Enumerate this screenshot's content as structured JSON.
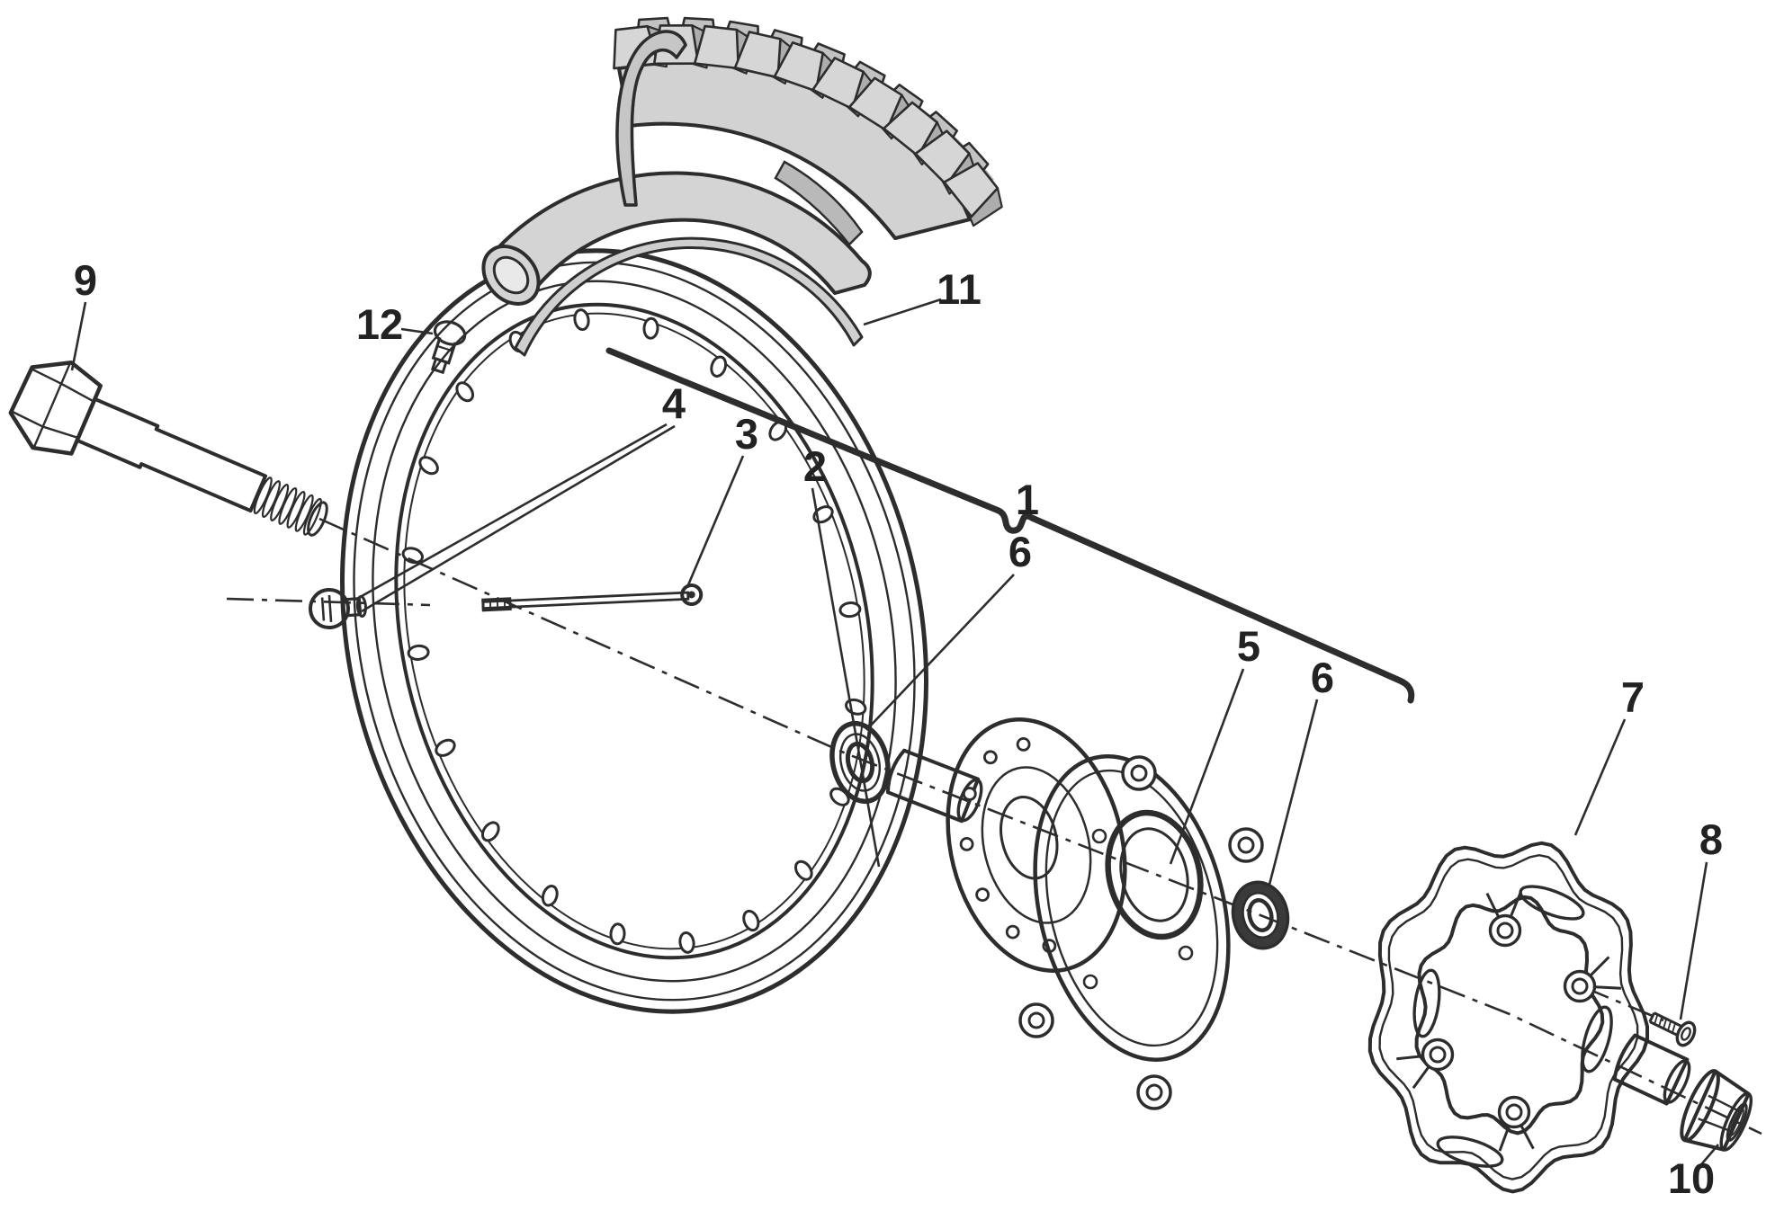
{
  "diagram": {
    "background": "#ffffff",
    "line_color": "#2d2d2d",
    "part_fill_light": "#d4d4d4",
    "part_fill_mid": "#c6c6c6",
    "part_fill_dark": "#b5b5b5",
    "label_color": "#222222",
    "callouts": {
      "c1": "1",
      "c2": "2",
      "c3": "3",
      "c4": "4",
      "c5": "5",
      "c6_left": "6",
      "c6_right": "6",
      "c7": "7",
      "c8": "8",
      "c9": "9",
      "c10": "10",
      "c11": "11",
      "c12": "12"
    }
  }
}
